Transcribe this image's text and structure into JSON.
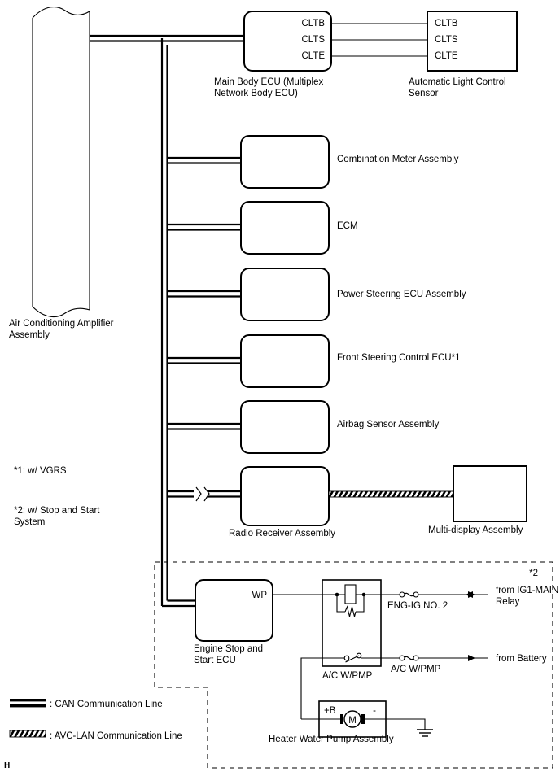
{
  "diagram": {
    "corner_mark": "H",
    "components": {
      "ac_amplifier": "Air Conditioning Amplifier\nAssembly",
      "ac_amplifier_line1": "Air Conditioning Amplifier",
      "ac_amplifier_line2": "Assembly",
      "main_body_ecu_line1": "Main Body ECU (Multiplex",
      "main_body_ecu_line2": "Network Body ECU)",
      "light_sensor_line1": "Automatic Light Control",
      "light_sensor_line2": "Sensor",
      "combination_meter": "Combination Meter Assembly",
      "ecm": "ECM",
      "power_steering_ecu": "Power Steering ECU Assembly",
      "front_steering_ecu": "Front Steering Control ECU*1",
      "airbag_sensor": "Airbag Sensor Assembly",
      "radio_receiver": "Radio Receiver Assembly",
      "multi_display": "Multi-display Assembly",
      "engine_stop_ecu_line1": "Engine Stop and",
      "engine_stop_ecu_line2": "Start ECU",
      "heater_water_pump": "Heater Water Pump Assembly"
    },
    "pins": {
      "cltb": "CLTB",
      "clts": "CLTS",
      "clte": "CLTE",
      "wp": "WP",
      "plus_b": "+B",
      "minus": "-",
      "motor": "M"
    },
    "relay": {
      "coil_label": "ENG-IG NO. 2",
      "switch_label": "A/C W/PMP",
      "box_label": "A/C W/PMP",
      "source_ig_line1": "from IG1-MAIN",
      "source_ig_line2": "Relay",
      "source_battery": "from Battery",
      "star2_marker": "*2"
    },
    "notes": {
      "note1": "*1: w/ VGRS",
      "note2_line1": "*2: w/ Stop and Start",
      "note2_line2": "System"
    },
    "legend": {
      "can": ": CAN Communication Line",
      "avclan": ": AVC-LAN Communication Line"
    },
    "colors": {
      "line": "#000000",
      "background": "#ffffff"
    }
  }
}
